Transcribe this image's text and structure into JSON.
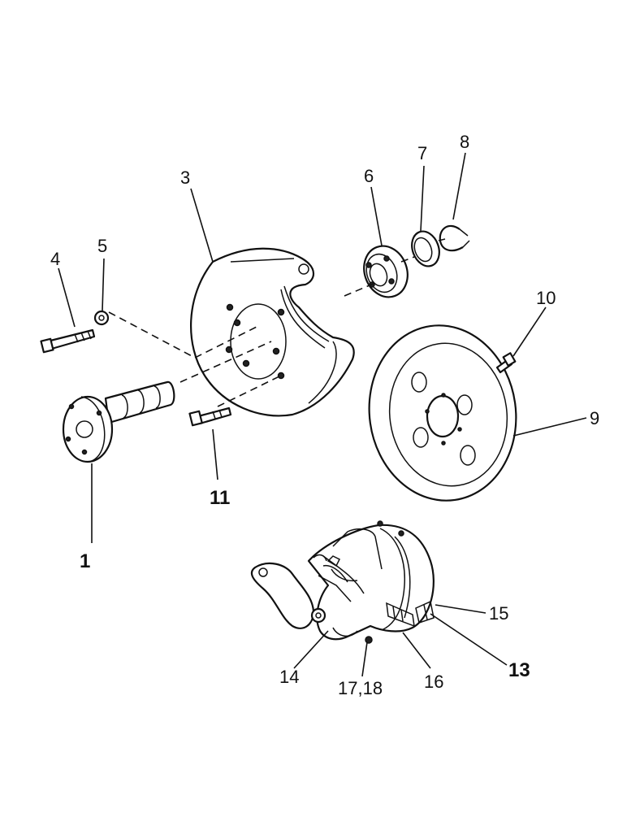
{
  "callouts": {
    "c1": "1",
    "c3": "3",
    "c4": "4",
    "c5": "5",
    "c6": "6",
    "c7": "7",
    "c8": "8",
    "c9": "9",
    "c10": "10",
    "c11": "11",
    "c13": "13",
    "c14": "14",
    "c15": "15",
    "c16": "16",
    "c1718": "17,18"
  }
}
